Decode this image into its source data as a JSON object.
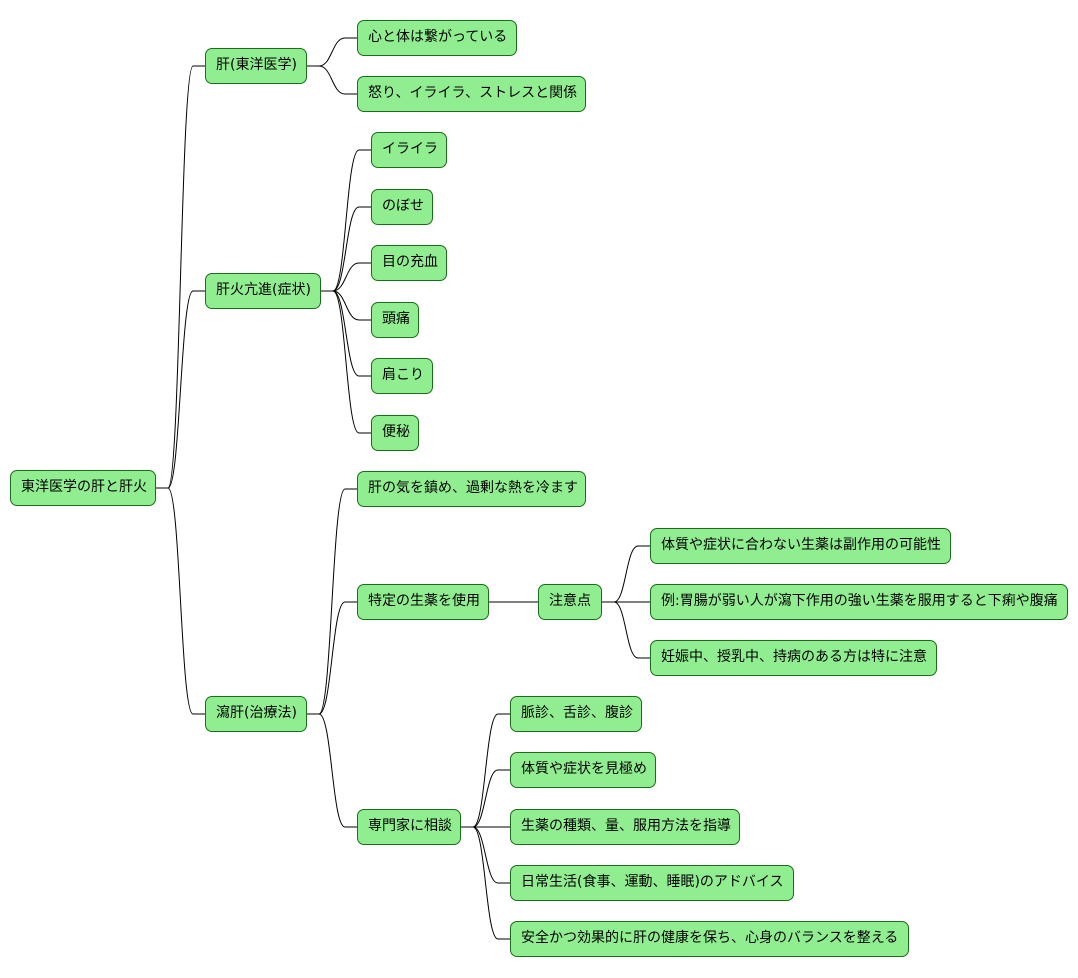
{
  "colors": {
    "node_fill": "#90ee90",
    "node_border": "#1a6e1a",
    "edge": "#000000"
  },
  "root": {
    "label": "東洋医学の肝と肝火"
  },
  "branches": {
    "liver": {
      "label": "肝(東洋医学)",
      "items": [
        "心と体は繋がっている",
        "怒り、イライラ、ストレスと関係"
      ]
    },
    "symptoms": {
      "label": "肝火亢進(症状)",
      "items": [
        "イライラ",
        "のぼせ",
        "目の充血",
        "頭痛",
        "肩こり",
        "便秘"
      ]
    },
    "treatment": {
      "label": "瀉肝(治療法)",
      "items": {
        "calm": "肝の気を鎮め、過剰な熱を冷ます",
        "herbs": {
          "label": "特定の生薬を使用",
          "caution": {
            "label": "注意点",
            "items": [
              "体質や症状に合わない生薬は副作用の可能性",
              "例:胃腸が弱い人が瀉下作用の強い生薬を服用すると下痢や腹痛",
              "妊娠中、授乳中、持病のある方は特に注意"
            ]
          }
        },
        "consult": {
          "label": "専門家に相談",
          "items": [
            "脈診、舌診、腹診",
            "体質や症状を見極め",
            "生薬の種類、量、服用方法を指導",
            "日常生活(食事、運動、睡眠)のアドバイス",
            "安全かつ効果的に肝の健康を保ち、心身のバランスを整える"
          ]
        }
      }
    }
  }
}
